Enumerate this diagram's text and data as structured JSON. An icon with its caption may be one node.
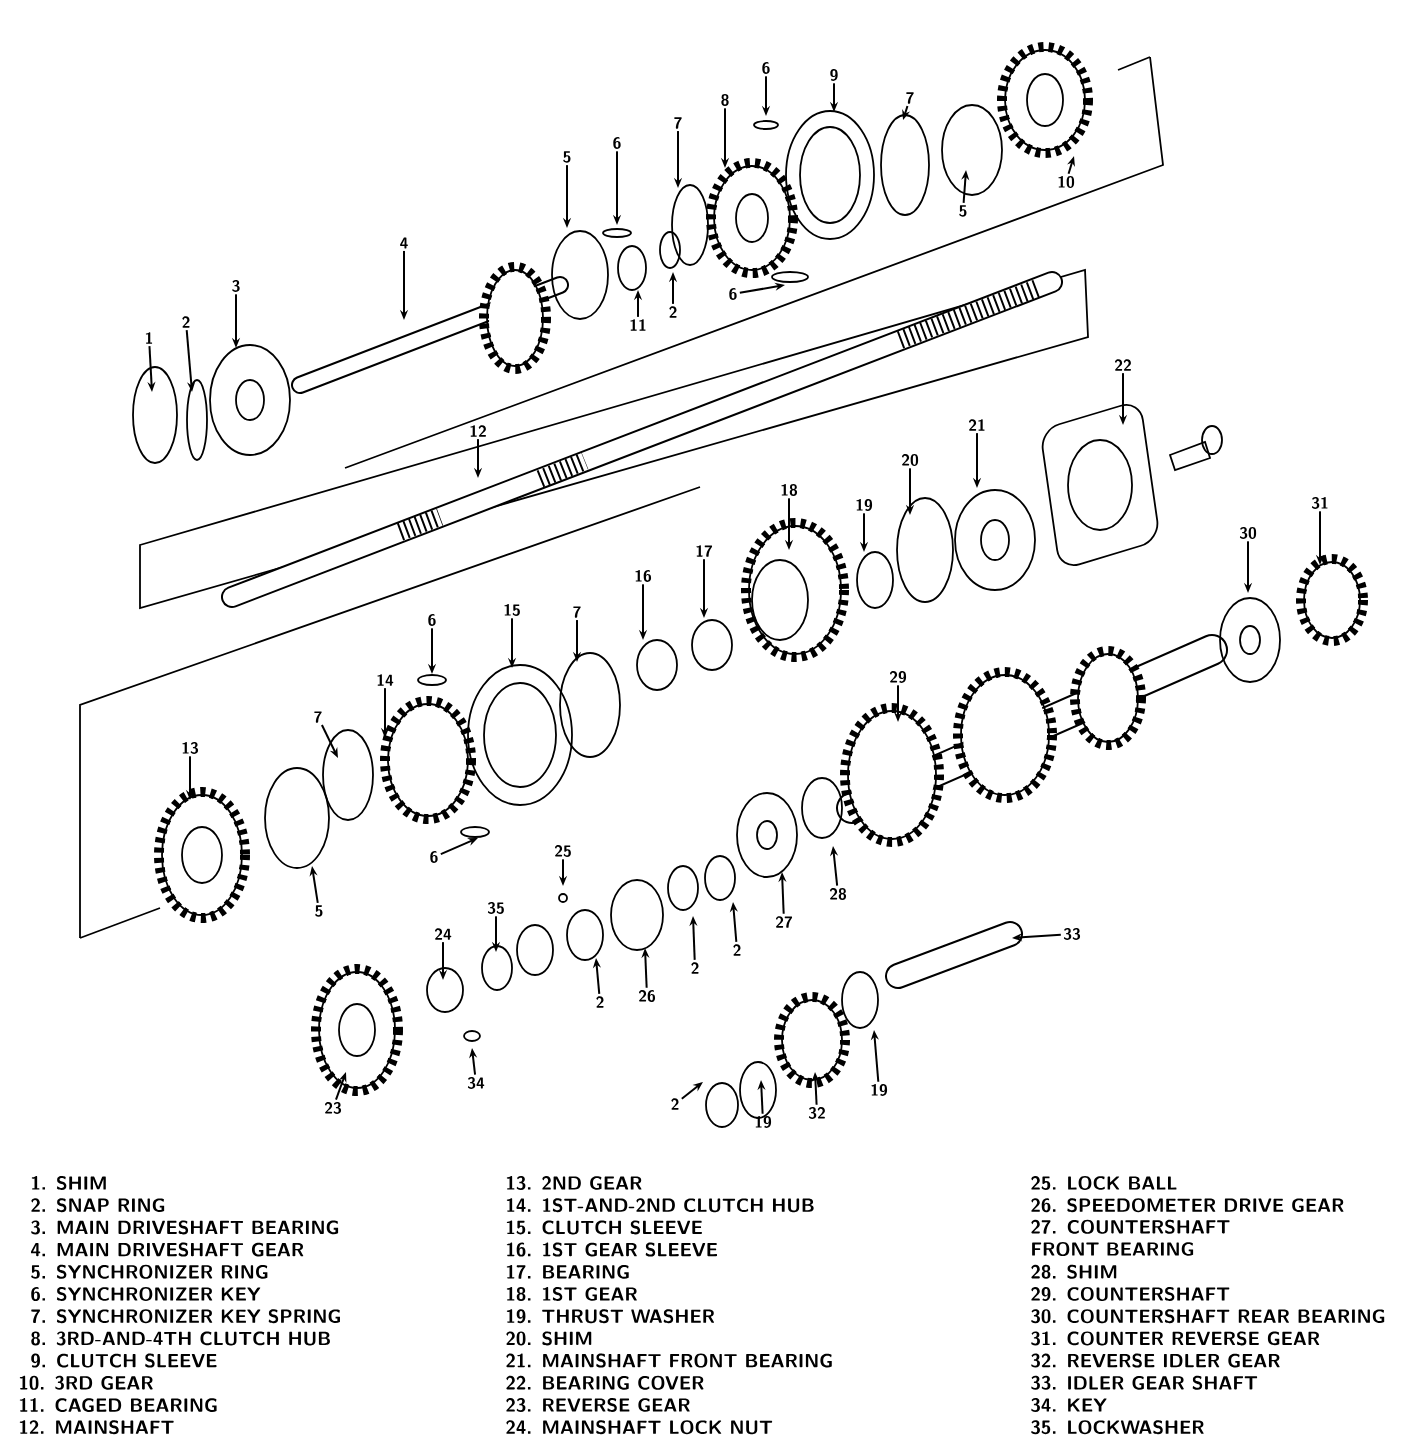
{
  "diagram": {
    "nodes": [
      {
        "text": [
          "1"
        ]
      },
      {
        "text": [
          "2"
        ]
      },
      {
        "text": [
          "3"
        ]
      },
      {
        "text": [
          "4"
        ]
      },
      {
        "text": [
          "5"
        ]
      },
      {
        "text": [
          "6"
        ]
      },
      {
        "text": [
          "7"
        ]
      },
      {
        "text": [
          "8"
        ]
      },
      {
        "text": [
          "6"
        ]
      },
      {
        "text": [
          "9"
        ]
      },
      {
        "text": [
          "7"
        ]
      },
      {
        "text": [
          "10"
        ]
      },
      {
        "text": [
          "5"
        ]
      },
      {
        "text": [
          "11"
        ]
      },
      {
        "text": [
          "2"
        ]
      },
      {
        "text": [
          "6"
        ]
      },
      {
        "text": [
          "12"
        ]
      },
      {
        "text": [
          "22"
        ]
      },
      {
        "text": [
          "21"
        ]
      },
      {
        "text": [
          "20"
        ]
      },
      {
        "text": [
          "19"
        ]
      },
      {
        "text": [
          "18"
        ]
      },
      {
        "text": [
          "17"
        ]
      },
      {
        "text": [
          "16"
        ]
      },
      {
        "text": [
          "15"
        ]
      },
      {
        "text": [
          "7"
        ]
      },
      {
        "text": [
          "6"
        ]
      },
      {
        "text": [
          "14"
        ]
      },
      {
        "text": [
          "7"
        ]
      },
      {
        "text": [
          "13"
        ]
      },
      {
        "text": [
          "5"
        ]
      },
      {
        "text": [
          "6"
        ]
      },
      {
        "text": [
          "29"
        ]
      },
      {
        "text": [
          "30"
        ]
      },
      {
        "text": [
          "31"
        ]
      },
      {
        "text": [
          "25"
        ]
      },
      {
        "text": [
          "35"
        ]
      },
      {
        "text": [
          "24"
        ]
      },
      {
        "text": [
          "2"
        ]
      },
      {
        "text": [
          "26"
        ]
      },
      {
        "text": [
          "2"
        ]
      },
      {
        "text": [
          "2"
        ]
      },
      {
        "text": [
          "27"
        ]
      },
      {
        "text": [
          "28"
        ]
      },
      {
        "text": [
          "33"
        ]
      },
      {
        "text": [
          "34"
        ]
      },
      {
        "text": [
          "23"
        ]
      },
      {
        "text": [
          "2"
        ]
      },
      {
        "text": [
          "19"
        ]
      },
      {
        "text": [
          "32"
        ]
      },
      {
        "text": [
          "19"
        ]
      }
    ],
    "edges": [
      {
        "from": 0,
        "to": null,
        "arrow": "to"
      },
      {
        "from": 1,
        "to": null,
        "arrow": "to"
      },
      {
        "from": 2,
        "to": null,
        "arrow": "to"
      },
      {
        "from": 3,
        "to": null,
        "arrow": "to"
      },
      {
        "from": 4,
        "to": null,
        "arrow": "to"
      },
      {
        "from": 5,
        "to": null,
        "arrow": "to"
      },
      {
        "from": 6,
        "to": null,
        "arrow": "to"
      },
      {
        "from": 7,
        "to": null,
        "arrow": "to"
      },
      {
        "from": 8,
        "to": null,
        "arrow": "to"
      },
      {
        "from": 9,
        "to": null,
        "arrow": "to"
      },
      {
        "from": 10,
        "to": null,
        "arrow": "to"
      },
      {
        "from": 11,
        "to": null,
        "arrow": "to"
      },
      {
        "from": 12,
        "to": null,
        "arrow": "to"
      },
      {
        "from": 13,
        "to": null,
        "arrow": "to"
      },
      {
        "from": 14,
        "to": null,
        "arrow": "to"
      },
      {
        "from": 15,
        "to": null,
        "arrow": "to"
      },
      {
        "from": 16,
        "to": null,
        "arrow": "to"
      },
      {
        "from": 17,
        "to": null,
        "arrow": "to"
      },
      {
        "from": 18,
        "to": null,
        "arrow": "to"
      },
      {
        "from": 19,
        "to": null,
        "arrow": "to"
      },
      {
        "from": 20,
        "to": null,
        "arrow": "to"
      },
      {
        "from": 21,
        "to": null,
        "arrow": "to"
      },
      {
        "from": 22,
        "to": null,
        "arrow": "to"
      },
      {
        "from": 23,
        "to": null,
        "arrow": "to"
      },
      {
        "from": 24,
        "to": null,
        "arrow": "to"
      },
      {
        "from": 25,
        "to": null,
        "arrow": "to"
      },
      {
        "from": 26,
        "to": null,
        "arrow": "to"
      },
      {
        "from": 27,
        "to": null,
        "arrow": "to"
      },
      {
        "from": 28,
        "to": null,
        "arrow": "to"
      },
      {
        "from": 29,
        "to": null,
        "arrow": "to"
      },
      {
        "from": 30,
        "to": null,
        "arrow": "to"
      },
      {
        "from": 31,
        "to": null,
        "arrow": "to"
      },
      {
        "from": 32,
        "to": null,
        "arrow": "to"
      },
      {
        "from": 33,
        "to": null,
        "arrow": "to"
      },
      {
        "from": 34,
        "to": null,
        "arrow": "to"
      },
      {
        "from": 35,
        "to": null,
        "arrow": "to"
      },
      {
        "from": 36,
        "to": null,
        "arrow": "to"
      },
      {
        "from": 37,
        "to": null,
        "arrow": "to"
      },
      {
        "from": 38,
        "to": null,
        "arrow": "to"
      },
      {
        "from": 39,
        "to": null,
        "arrow": "to"
      },
      {
        "from": 40,
        "to": null,
        "arrow": "to"
      },
      {
        "from": 41,
        "to": null,
        "arrow": "to"
      },
      {
        "from": 42,
        "to": null,
        "arrow": "to"
      },
      {
        "from": 43,
        "to": null,
        "arrow": "to"
      },
      {
        "from": 44,
        "to": null,
        "arrow": "to"
      },
      {
        "from": 45,
        "to": null,
        "arrow": "to"
      },
      {
        "from": 46,
        "to": null,
        "arrow": "to"
      },
      {
        "from": 47,
        "to": null,
        "arrow": "to"
      },
      {
        "from": 48,
        "to": null,
        "arrow": "to"
      },
      {
        "from": 49,
        "to": null,
        "arrow": "to"
      },
      {
        "from": 50,
        "to": null,
        "arrow": "to"
      }
    ],
    "labels": [
      "1. SHIM",
      "2. SNAP RING",
      "3. MAIN DRIVESHAFT BEARING",
      "4. MAIN DRIVESHAFT GEAR",
      "5. SYNCHRONIZER RING",
      "6. SYNCHRONIZER KEY",
      "7. SYNCHRONIZER KEY SPRING",
      "8. 3RD-AND-4TH CLUTCH HUB",
      "9. CLUTCH SLEEVE",
      "10. 3RD GEAR",
      "11. CAGED BEARING",
      "12. MAINSHAFT",
      "13. 2ND GEAR",
      "14. 1ST-AND-2ND CLUTCH HUB",
      "15. CLUTCH SLEEVE",
      "16. 1ST GEAR SLEEVE",
      "17. BEARING",
      "18. 1ST GEAR",
      "19. THRUST WASHER",
      "20. SHIM",
      "21. MAINSHAFT FRONT BEARING",
      "22. BEARING COVER",
      "23. REVERSE GEAR",
      "24. MAINSHAFT LOCK NUT",
      "25. LOCK BALL",
      "26. SPEEDOMETER DRIVE GEAR",
      "27. COUNTERSHAFT FRONT BEARING",
      "28. SHIM",
      "29. COUNTERSHAFT",
      "30. COUNTERSHAFT REAR BEARING",
      "31. COUNTER REVERSE GEAR",
      "32. REVERSE IDLER GEAR",
      "33. IDLER GEAR SHAFT",
      "34. KEY",
      "35. LOCKWASHER"
    ]
  }
}
